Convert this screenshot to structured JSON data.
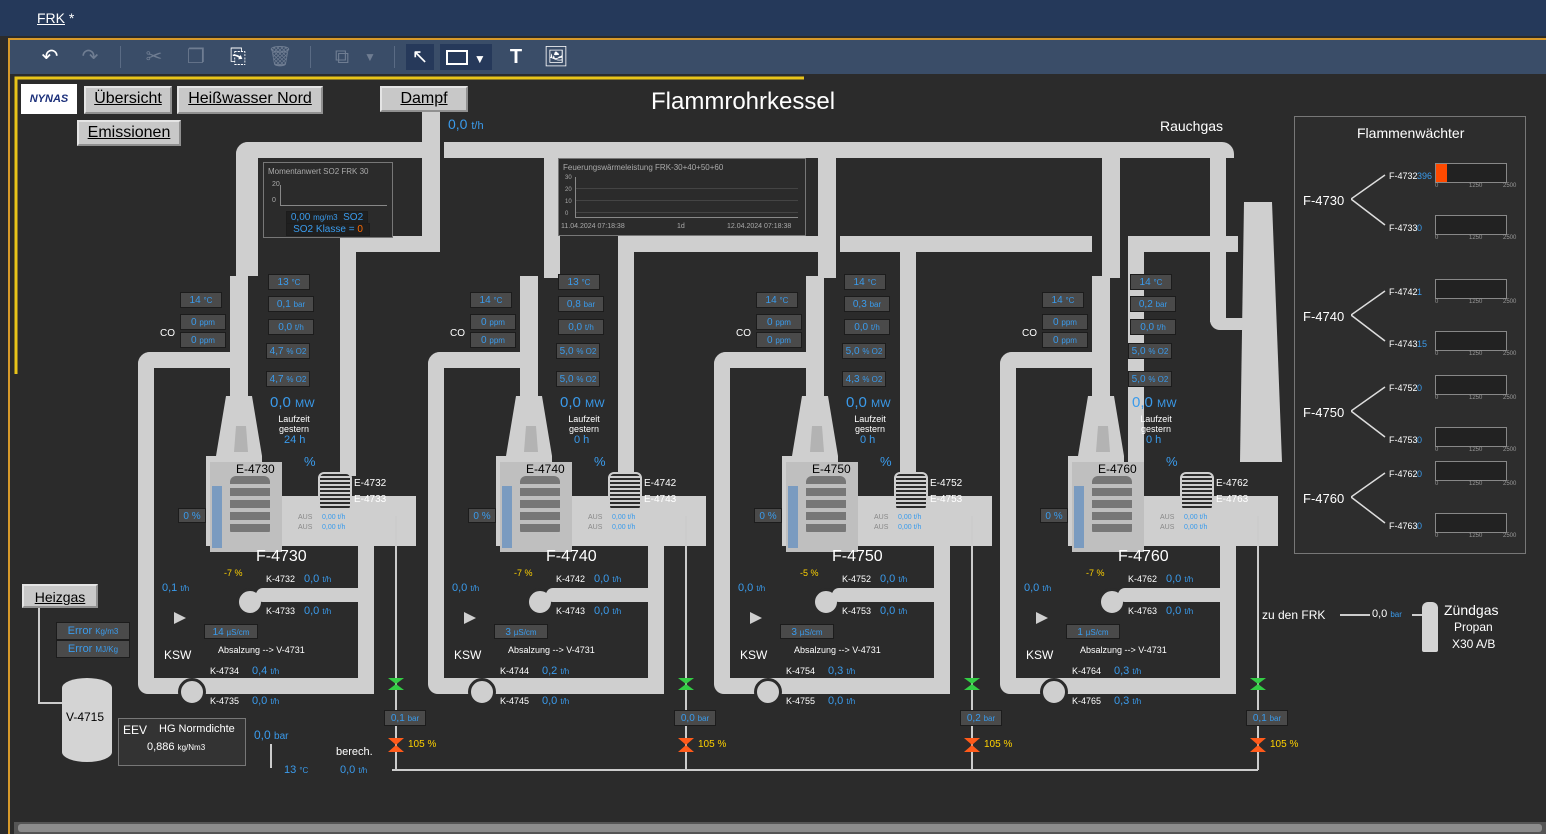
{
  "window": {
    "file": "FRK",
    "modified": "*"
  },
  "toolbar": {
    "icons": [
      "undo-icon",
      "redo-icon",
      "cut-icon",
      "copy-icon",
      "paste-icon",
      "delete-icon",
      "group-icon",
      "dropdown-icon",
      "pointer-icon",
      "rectangle-icon",
      "dropdown-icon",
      "text-icon",
      "image-icon"
    ]
  },
  "nav": {
    "logo": "NYNAS",
    "uebersicht": "Übersicht",
    "heisswasser": "Heißwasser Nord",
    "emissionen": "Emissionen",
    "dampf": "Dampf",
    "heizgas": "Heizgas"
  },
  "title": "Flammrohrkessel",
  "rauchgas": "Rauchgas",
  "dampf_flow": {
    "value": "0,0",
    "unit": "t/h"
  },
  "so2_trend": {
    "title": "Momentanwert SO2 FRK 30",
    "ymax": "20",
    "ymin": "0",
    "value": "0,00",
    "unit": "mg/m3",
    "name": "SO2",
    "klasse_label": "SO2 Klasse =",
    "klasse": "0"
  },
  "fwl_trend": {
    "title": "Feuerungswärmeleistung FRK-30+40+50+60",
    "yticks": [
      "30",
      "20",
      "10",
      "0"
    ],
    "t_start": "11.04.2024 07:18:38",
    "span": "1d",
    "t_end": "12.04.2024 07:18:38"
  },
  "boilers": [
    {
      "name": "F-4730",
      "e": "E-4730",
      "e1": "E-4732",
      "e2": "E-4733",
      "temp_left": "14",
      "co1": "0",
      "co2": "0",
      "temp_top": "13",
      "bar": "0,1",
      "th": "0,0",
      "o2a": "4,7",
      "o2b": "4,7",
      "mw": "0,0",
      "laufzeit": "24 h",
      "pct": "0 %",
      "valve": "-7 %",
      "flow_left": "0,1",
      "k1": "K-4732",
      "k1v": "0,0",
      "k2": "K-4733",
      "k2v": "0,0",
      "us": "14",
      "k3": "K-4734",
      "k3v": "0,4",
      "k4": "K-4735",
      "k4v": "0,0",
      "gas_bar": "0,1",
      "gas_pct": "105 %",
      "aus1": "0,00",
      "aus2": "0,00"
    },
    {
      "name": "F-4740",
      "e": "E-4740",
      "e1": "E-4742",
      "e2": "E-4743",
      "temp_left": "14",
      "co1": "0",
      "co2": "0",
      "temp_top": "13",
      "bar": "0,8",
      "th": "0,0",
      "o2a": "5,0",
      "o2b": "5,0",
      "mw": "0,0",
      "laufzeit": "0 h",
      "pct": "0 %",
      "valve": "-7 %",
      "flow_left": "0,0",
      "k1": "K-4742",
      "k1v": "0,0",
      "k2": "K-4743",
      "k2v": "0,0",
      "us": "3",
      "k3": "K-4744",
      "k3v": "0,2",
      "k4": "K-4745",
      "k4v": "0,0",
      "gas_bar": "0,0",
      "gas_pct": "105 %",
      "aus1": "0,00",
      "aus2": "0,00"
    },
    {
      "name": "F-4750",
      "e": "E-4750",
      "e1": "E-4752",
      "e2": "E-4753",
      "temp_left": "14",
      "co1": "0",
      "co2": "0",
      "temp_top": "14",
      "bar": "0,3",
      "th": "0,0",
      "o2a": "5,0",
      "o2b": "4,3",
      "mw": "0,0",
      "laufzeit": "0 h",
      "pct": "0 %",
      "valve": "-5 %",
      "flow_left": "0,0",
      "k1": "K-4752",
      "k1v": "0,0",
      "k2": "K-4753",
      "k2v": "0,0",
      "us": "3",
      "k3": "K-4754",
      "k3v": "0,3",
      "k4": "K-4755",
      "k4v": "0,0",
      "gas_bar": "0,2",
      "gas_pct": "105 %",
      "aus1": "0,00",
      "aus2": "0,00"
    },
    {
      "name": "F-4760",
      "e": "E-4760",
      "e1": "E-4762",
      "e2": "E-4763",
      "temp_left": "14",
      "co1": "0",
      "co2": "0",
      "temp_top": "14",
      "bar": "0,2",
      "th": "0,0",
      "o2a": "5,0",
      "o2b": "5,0",
      "mw": "0,0",
      "laufzeit": "0 h",
      "pct": "0 %",
      "valve": "-7 %",
      "flow_left": "0,0",
      "k1": "K-4762",
      "k1v": "0,0",
      "k2": "K-4763",
      "k2v": "0,0",
      "us": "1",
      "k3": "K-4764",
      "k3v": "0,3",
      "k4": "K-4765",
      "k4v": "0,3",
      "gas_bar": "0,1",
      "gas_pct": "105 %",
      "aus1": "0,00",
      "aus2": "0,00"
    }
  ],
  "common": {
    "co": "CO",
    "ksw": "KSW",
    "laufzeit_label": "Laufzeit gestern",
    "absalzung": "Absalzung --> V-4731",
    "aus": "AUS",
    "mw_unit": "MW",
    "th_unit": "t/h",
    "bar_unit": "bar",
    "c_unit": "°C",
    "ppm_unit": "ppm",
    "o2_unit": "% O2",
    "us_unit": "µS/cm",
    "pct_sign": "%"
  },
  "flammenwaechter": {
    "title": "Flammenwächter",
    "scale": [
      "0",
      "1250",
      "2500"
    ],
    "groups": [
      {
        "name": "F-4730",
        "sensors": [
          {
            "id": "F-4732",
            "value": "396",
            "level": 0.158
          },
          {
            "id": "F-4733",
            "value": "0",
            "level": 0
          }
        ]
      },
      {
        "name": "F-4740",
        "sensors": [
          {
            "id": "F-4742",
            "value": "1",
            "level": 0
          },
          {
            "id": "F-4743",
            "value": "15",
            "level": 0.006
          }
        ]
      },
      {
        "name": "F-4750",
        "sensors": [
          {
            "id": "F-4752",
            "value": "0",
            "level": 0
          },
          {
            "id": "F-4753",
            "value": "0",
            "level": 0
          }
        ]
      },
      {
        "name": "F-4760",
        "sensors": [
          {
            "id": "F-4762",
            "value": "0",
            "level": 0
          },
          {
            "id": "F-4763",
            "value": "0",
            "level": 0
          }
        ]
      }
    ]
  },
  "heizgas": {
    "error1": "Error",
    "error1_unit": "Kg/m3",
    "error2": "Error",
    "error2_unit": "MJ/Kg",
    "tank": "V-4715",
    "eev": "EEV",
    "hg_label": "HG Normdichte",
    "density": "0,886",
    "density_unit": "kg/Nm3",
    "pressure": "0,0",
    "pressure_unit": "bar",
    "temp": "13",
    "temp_unit": "°C",
    "berech": "berech.",
    "flow": "0,0",
    "flow_unit": "t/h"
  },
  "zuendgas": {
    "to": "zu den FRK",
    "value": "0,0",
    "unit": "bar",
    "title": "Zündgas",
    "sub1": "Propan",
    "sub2": "X30 A/B"
  }
}
